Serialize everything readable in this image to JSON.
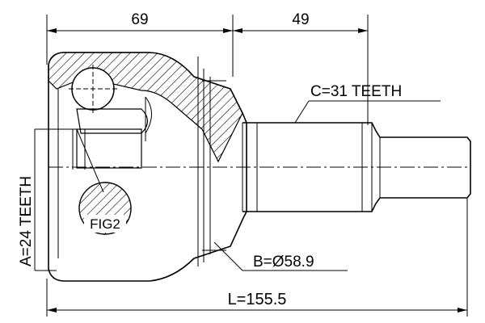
{
  "drawing": {
    "dimensions": {
      "top_left": "69",
      "top_right": "49",
      "overall_length": "L=155.5",
      "diameter": "B=Ø58.9",
      "spline_outer": "C=31 TEETH",
      "spline_inner": "A=24 TEETH"
    },
    "callouts": {
      "fig2": "FIG2"
    },
    "colors": {
      "line": "#000000",
      "background": "#ffffff"
    }
  }
}
